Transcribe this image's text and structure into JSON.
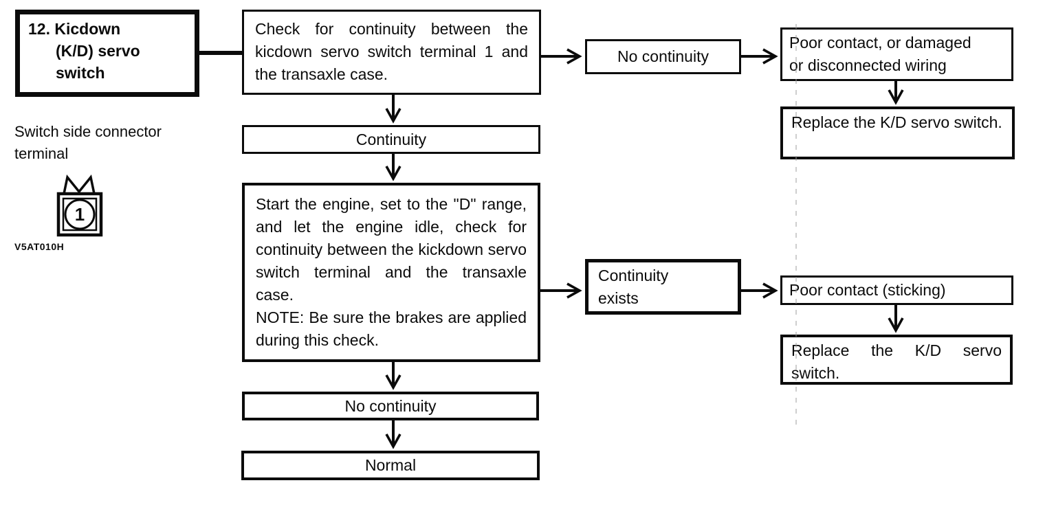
{
  "palette": {
    "ink": "#0b0b0b",
    "paper": "#ffffff",
    "artifact_line": "#9a9a9a"
  },
  "figure": {
    "connector_caption": "Switch side connector\nterminal",
    "connector_pin": "1",
    "figure_code": "V5AT010H"
  },
  "flowchart": {
    "title_lines": [
      "12. Kicdown",
      "(K/D) servo",
      "switch"
    ],
    "step1": "Check for continuity between the kicdown servo switch terminal 1 and the transaxle case.",
    "result_no_continuity_1": "No continuity",
    "cause_wiring": "Poor contact, or damaged\nor disconnected wiring",
    "action_replace_1": "Replace the K/D servo switch.",
    "result_continuity": "Continuity",
    "step2_instruction": "Start the engine, set to the \"D\" range, and let the engine idle, check for continuity between the kickdown servo switch terminal and the transaxle case.",
    "step2_note": "NOTE: Be sure the brakes are applied during this check.",
    "result_continuity_exists": "Continuity\nexists",
    "cause_sticking": "Poor contact (sticking)",
    "action_replace_2": "Replace the K/D servo switch.",
    "result_no_continuity_2": "No continuity",
    "result_normal": "Normal"
  }
}
